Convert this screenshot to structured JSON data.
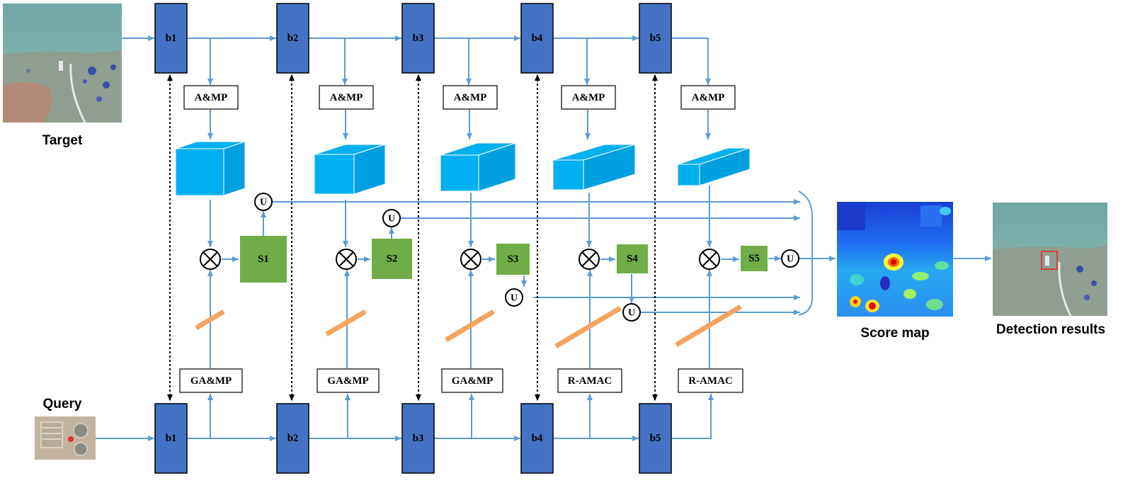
{
  "colors": {
    "block": "#4472c4",
    "cube_front": "#00b0f0",
    "cube_side": "#00a0e0",
    "score_block": "#70ad47",
    "arrow": "#5b9bd5",
    "attention_bar": "#f4a460"
  },
  "images": {
    "target_label": "Target",
    "query_label": "Query",
    "score_map_label": "Score map",
    "detection_label": "Detection results"
  },
  "target_branch": {
    "blocks": [
      "b1",
      "b2",
      "b3",
      "b4",
      "b5"
    ],
    "pool_labels": [
      "A&MP",
      "A&MP",
      "A&MP",
      "A&MP",
      "A&MP"
    ]
  },
  "query_branch": {
    "blocks": [
      "b1",
      "b2",
      "b3",
      "b4",
      "b5"
    ],
    "module_labels": [
      "GA&MP",
      "GA&MP",
      "GA&MP",
      "R-AMAC",
      "R-AMAC"
    ]
  },
  "scores": [
    "S1",
    "S2",
    "S3",
    "S4",
    "S5"
  ],
  "upsample_label": "U",
  "icons": {
    "multiply": "circle-times-icon",
    "upsample": "upsample-circle-icon",
    "attention": "attention-bar-icon",
    "feature": "feature-cube-icon"
  }
}
